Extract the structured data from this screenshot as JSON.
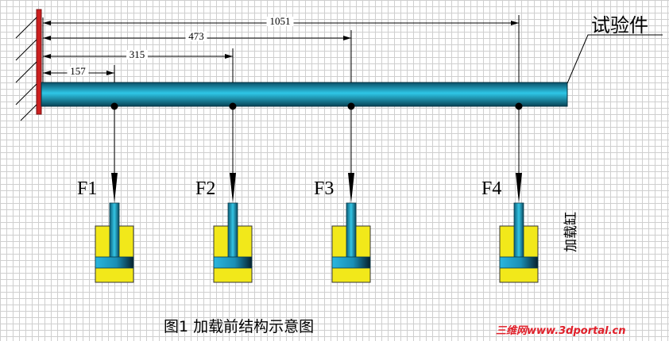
{
  "dimensions": [
    {
      "value": 157,
      "label": "157"
    },
    {
      "value": 315,
      "label": "315"
    },
    {
      "value": 473,
      "label": "473"
    },
    {
      "value": 1051,
      "label": "1051"
    }
  ],
  "forces": [
    {
      "label": "F1",
      "position": 157
    },
    {
      "label": "F2",
      "position": 315
    },
    {
      "label": "F3",
      "position": 473
    },
    {
      "label": "F4",
      "position": 1051
    }
  ],
  "specimen_label": "试验件",
  "cylinder_label": "加载缸",
  "caption": "图1 加载前结构示意图",
  "watermark": "三维网www.3dportal.cn",
  "colors": {
    "beam": "#0b5f78",
    "beam_highlight": "#2ec6e6",
    "wall": "#cc1f1f",
    "cylinder_body": "#f2e81a",
    "piston": "#1a90b8"
  }
}
